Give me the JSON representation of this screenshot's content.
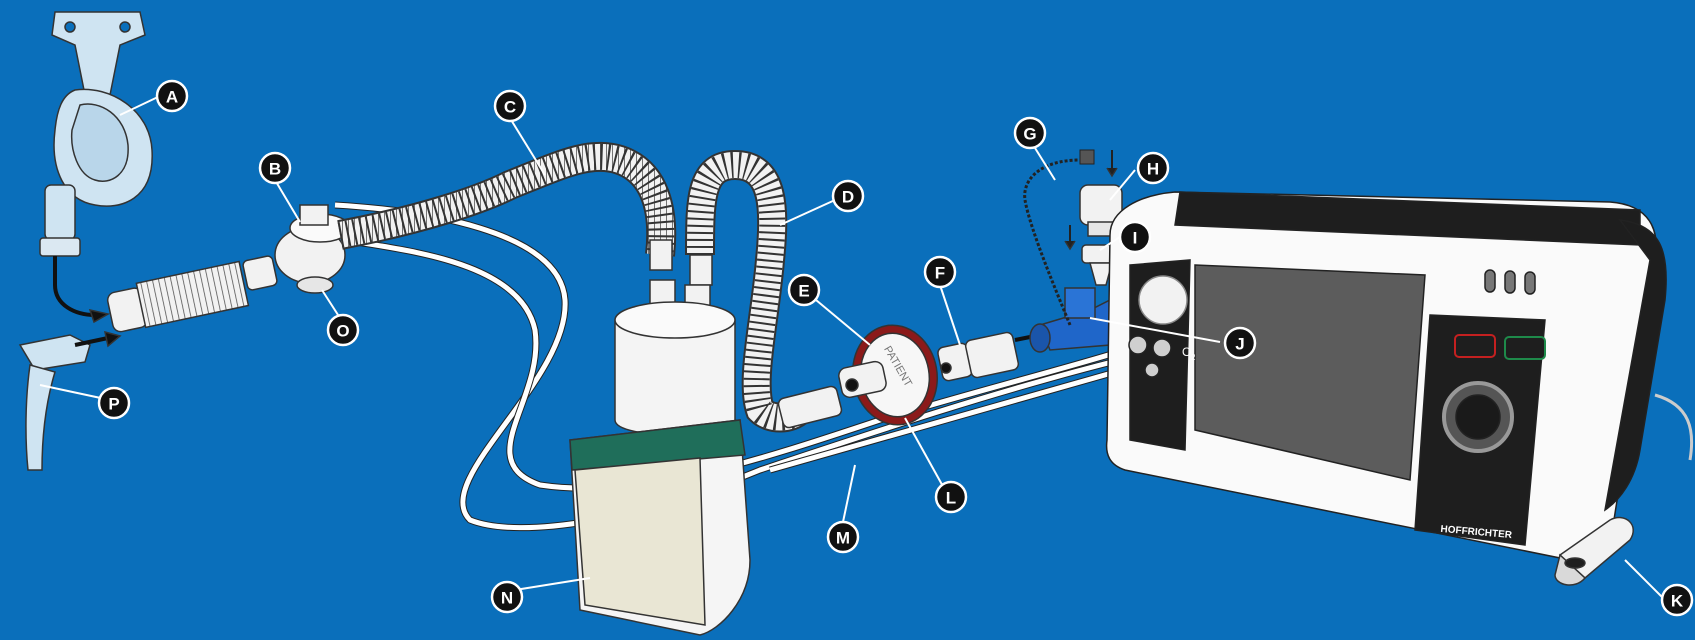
{
  "callouts": {
    "A": "A",
    "B": "B",
    "C": "C",
    "D": "D",
    "E": "E",
    "F": "F",
    "G": "G",
    "H": "H",
    "I": "I",
    "J": "J",
    "K": "K",
    "L": "L",
    "M": "M",
    "N": "N",
    "O": "O",
    "P": "P"
  },
  "filter_label": "PATIENT",
  "brand": "HOFFRICHTER",
  "o2_label": "O",
  "o2_sub": "2",
  "colors": {
    "background": "#0a6fbb",
    "tube": "#f2f2f2",
    "filter_ring": "#8b1a1a",
    "humidifier_band": "#1f6e5a",
    "water_chamber": "#e9e6d4",
    "screen": "#5c5c5c",
    "device_dark": "#1e1e1e",
    "power_green": "#1e8a4a",
    "alarm_red": "#c42020",
    "sensor_blue": "#1f66c9",
    "mask": "#cfe4f2"
  }
}
